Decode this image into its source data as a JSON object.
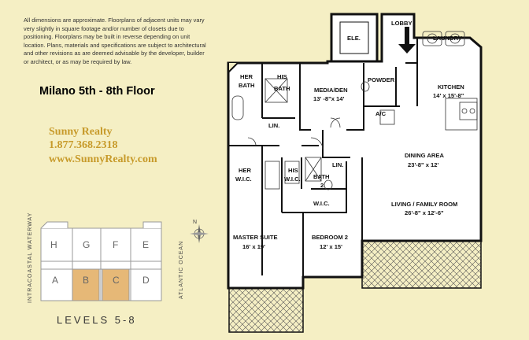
{
  "disclaimer": "All dimensions are approximate.  Floorplans of  adjacent units may vary very slightly in square footage and/or number of closets due to positioning.  Floorplans may be built in reverse depending on unit location.  Plans, materials and specifications are subject to architectural and other revisions as are deemed advisable by the developer, builder or architect, or as may be required by law.",
  "title": "Milano 5th - 8th Floor",
  "realty": {
    "name": "Sunny Realty",
    "phone": "1.877.368.2318",
    "url": "www.SunnyRealty.com"
  },
  "rooms": {
    "lobby": "LOBBY",
    "ele": "ELE.",
    "laundry": "LAUNDRY",
    "her_bath_1": "HER",
    "her_bath_2": "BATH",
    "his_bath_1": "HIS",
    "his_bath_2": "BATH",
    "media_1": "MEDIA/DEN",
    "media_2": "13' -8\"x 14'",
    "powder": "POWDER",
    "kitchen_1": "KITCHEN",
    "kitchen_2": "14' x 15'-8\"",
    "ac": "A/C",
    "lin1": "LIN.",
    "lin2": "LIN.",
    "her_wic_1": "HER",
    "her_wic_2": "W.I.C.",
    "his_wic_1": "HIS",
    "his_wic_2": "W.I.C.",
    "bath2_1": "BATH",
    "bath2_2": "2",
    "wic": "W.I.C.",
    "dining_1": "DINING AREA",
    "dining_2": "23'-8\" x 12'",
    "living_1": "LIVING / FAMILY ROOM",
    "living_2": "26'-8\" x 12'-6\"",
    "master_1": "MASTER SUITE",
    "master_2": "16' x 19'",
    "bed2_1": "BEDROOM 2",
    "bed2_2": "12' x 15'"
  },
  "keyplan": {
    "units": [
      "H",
      "G",
      "F",
      "E",
      "A",
      "B",
      "C",
      "D"
    ],
    "highlight": [
      "B",
      "C"
    ],
    "left_label": "INTRACOASTAL WATERWAY",
    "right_label": "ATLANTIC OCEAN",
    "north": "N",
    "levels": "LEVELS  5-8"
  },
  "colors": {
    "background": "#f5efc4",
    "highlight": "#e6b877",
    "realty": "#c79a2a",
    "wall": "#111111"
  }
}
